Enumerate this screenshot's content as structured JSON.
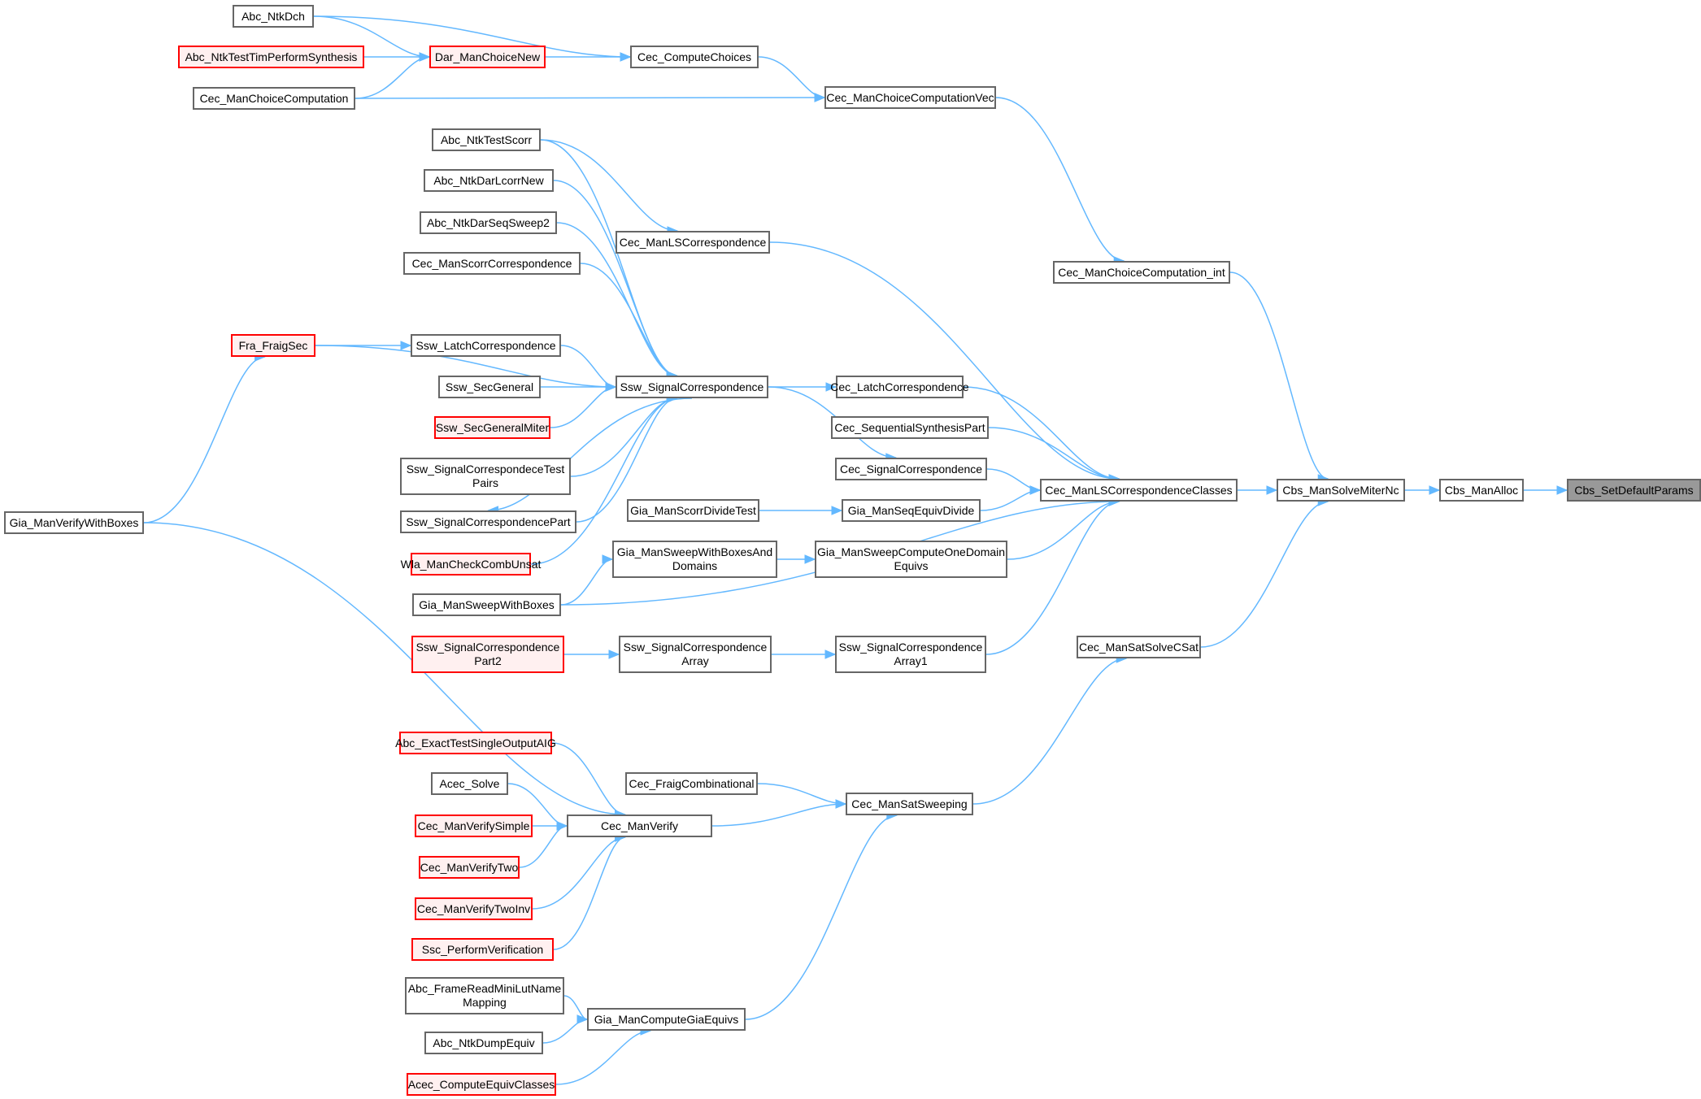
{
  "diagram": {
    "type": "caller-graph",
    "root": "Cbs_SetDefaultParams",
    "colors": {
      "edge": "#63b8ff",
      "node_border": "#666666",
      "truncated_border": "#ff0000",
      "truncated_fill": "#fff0f0",
      "root_fill": "#999999"
    },
    "nodes": [
      {
        "id": "n0",
        "label": "Cbs_SetDefaultParams",
        "style": "root"
      },
      {
        "id": "n1",
        "label": "Cbs_ManAlloc",
        "style": "normal"
      },
      {
        "id": "n2",
        "label": "Cbs_ManSolveMiterNc",
        "style": "normal"
      },
      {
        "id": "n3",
        "label": "Cec_ManLSCorrespondenceClasses",
        "style": "normal"
      },
      {
        "id": "n4",
        "label": "Cec_ManChoiceComputation_int",
        "style": "normal"
      },
      {
        "id": "n5",
        "label": "Cec_ManSatSolveCSat",
        "style": "normal"
      },
      {
        "id": "n6",
        "label": "Cec_ManChoiceComputationVec",
        "style": "normal"
      },
      {
        "id": "n7",
        "label": "Cec_ComputeChoices",
        "style": "normal"
      },
      {
        "id": "n8",
        "label": "Dar_ManChoiceNew",
        "style": "red"
      },
      {
        "id": "n9",
        "label": "Abc_NtkDch",
        "style": "normal"
      },
      {
        "id": "n10",
        "label": "Abc_NtkTestTimPerformSynthesis",
        "style": "red"
      },
      {
        "id": "n11",
        "label": "Cec_ManChoiceComputation",
        "style": "normal"
      },
      {
        "id": "n12",
        "label": "Cec_ManLSCorrespondence",
        "style": "normal"
      },
      {
        "id": "n13",
        "label": "Abc_NtkTestScorr",
        "style": "normal"
      },
      {
        "id": "n14",
        "label": "Abc_NtkDarLcorrNew",
        "style": "normal"
      },
      {
        "id": "n15",
        "label": "Abc_NtkDarSeqSweep2",
        "style": "normal"
      },
      {
        "id": "n16",
        "label": "Cec_ManScorrCorrespondence",
        "style": "normal"
      },
      {
        "id": "n17",
        "label": "Fra_FraigSec",
        "style": "red"
      },
      {
        "id": "n18",
        "label": "Ssw_LatchCorrespondence",
        "style": "normal"
      },
      {
        "id": "n19",
        "label": "Ssw_SecGeneral",
        "style": "normal"
      },
      {
        "id": "n20",
        "label": "Ssw_SignalCorrespondence",
        "style": "normal"
      },
      {
        "id": "n21",
        "label": "Ssw_SecGeneralMiter",
        "style": "red"
      },
      {
        "id": "n22",
        "label": "Ssw_SignalCorrespondeceTest\nPairs",
        "style": "normal"
      },
      {
        "id": "n23",
        "label": "Ssw_SignalCorrespondencePart",
        "style": "normal"
      },
      {
        "id": "n24",
        "label": "Wla_ManCheckCombUnsat",
        "style": "red"
      },
      {
        "id": "n25",
        "label": "Gia_ManVerifyWithBoxes",
        "style": "normal"
      },
      {
        "id": "n26",
        "label": "Cec_LatchCorrespondence",
        "style": "normal"
      },
      {
        "id": "n27",
        "label": "Cec_SequentialSynthesisPart",
        "style": "normal"
      },
      {
        "id": "n28",
        "label": "Cec_SignalCorrespondence",
        "style": "normal"
      },
      {
        "id": "n29",
        "label": "Gia_ManScorrDivideTest",
        "style": "normal"
      },
      {
        "id": "n30",
        "label": "Gia_ManSeqEquivDivide",
        "style": "normal"
      },
      {
        "id": "n31",
        "label": "Gia_ManSweepWithBoxesAnd\nDomains",
        "style": "normal"
      },
      {
        "id": "n32",
        "label": "Gia_ManSweepComputeOneDomain\nEquivs",
        "style": "normal"
      },
      {
        "id": "n33",
        "label": "Gia_ManSweepWithBoxes",
        "style": "normal"
      },
      {
        "id": "n34",
        "label": "Ssw_SignalCorrespondence\nPart2",
        "style": "red"
      },
      {
        "id": "n35",
        "label": "Ssw_SignalCorrespondence\nArray",
        "style": "normal"
      },
      {
        "id": "n36",
        "label": "Ssw_SignalCorrespondence\nArray1",
        "style": "normal"
      },
      {
        "id": "n37",
        "label": "Abc_ExactTestSingleOutputAIG",
        "style": "red"
      },
      {
        "id": "n38",
        "label": "Acec_Solve",
        "style": "normal"
      },
      {
        "id": "n39",
        "label": "Cec_ManVerifySimple",
        "style": "red"
      },
      {
        "id": "n40",
        "label": "Cec_ManVerifyTwo",
        "style": "red"
      },
      {
        "id": "n41",
        "label": "Cec_ManVerifyTwoInv",
        "style": "red"
      },
      {
        "id": "n42",
        "label": "Ssc_PerformVerification",
        "style": "red"
      },
      {
        "id": "n43",
        "label": "Cec_FraigCombinational",
        "style": "normal"
      },
      {
        "id": "n44",
        "label": "Cec_ManVerify",
        "style": "normal"
      },
      {
        "id": "n45",
        "label": "Cec_ManSatSweeping",
        "style": "normal"
      },
      {
        "id": "n46",
        "label": "Abc_FrameReadMiniLutName\nMapping",
        "style": "normal"
      },
      {
        "id": "n47",
        "label": "Abc_NtkDumpEquiv",
        "style": "normal"
      },
      {
        "id": "n48",
        "label": "Acec_ComputeEquivClasses",
        "style": "red"
      },
      {
        "id": "n49",
        "label": "Gia_ManComputeGiaEquivs",
        "style": "normal"
      }
    ],
    "edges": [
      [
        "n1",
        "n0"
      ],
      [
        "n2",
        "n1"
      ],
      [
        "n3",
        "n2"
      ],
      [
        "n4",
        "n2"
      ],
      [
        "n5",
        "n2"
      ],
      [
        "n6",
        "n4"
      ],
      [
        "n7",
        "n6"
      ],
      [
        "n11",
        "n6"
      ],
      [
        "n8",
        "n7"
      ],
      [
        "n9",
        "n7"
      ],
      [
        "n9",
        "n8"
      ],
      [
        "n10",
        "n8"
      ],
      [
        "n11",
        "n8"
      ],
      [
        "n12",
        "n3"
      ],
      [
        "n13",
        "n12"
      ],
      [
        "n26",
        "n3"
      ],
      [
        "n27",
        "n3"
      ],
      [
        "n28",
        "n3"
      ],
      [
        "n30",
        "n3"
      ],
      [
        "n32",
        "n3"
      ],
      [
        "n33",
        "n3"
      ],
      [
        "n36",
        "n3"
      ],
      [
        "n20",
        "n26"
      ],
      [
        "n20",
        "n28"
      ],
      [
        "n13",
        "n20"
      ],
      [
        "n14",
        "n20"
      ],
      [
        "n15",
        "n20"
      ],
      [
        "n16",
        "n20"
      ],
      [
        "n17",
        "n20"
      ],
      [
        "n18",
        "n20"
      ],
      [
        "n19",
        "n20"
      ],
      [
        "n21",
        "n20"
      ],
      [
        "n22",
        "n20"
      ],
      [
        "n23",
        "n20"
      ],
      [
        "n24",
        "n20"
      ],
      [
        "n20",
        "n23"
      ],
      [
        "n17",
        "n18"
      ],
      [
        "n25",
        "n17"
      ],
      [
        "n29",
        "n30"
      ],
      [
        "n31",
        "n32"
      ],
      [
        "n33",
        "n31"
      ],
      [
        "n34",
        "n35"
      ],
      [
        "n35",
        "n36"
      ],
      [
        "n45",
        "n5"
      ],
      [
        "n43",
        "n45"
      ],
      [
        "n44",
        "n45"
      ],
      [
        "n49",
        "n45"
      ],
      [
        "n25",
        "n44"
      ],
      [
        "n37",
        "n44"
      ],
      [
        "n38",
        "n44"
      ],
      [
        "n39",
        "n44"
      ],
      [
        "n40",
        "n44"
      ],
      [
        "n41",
        "n44"
      ],
      [
        "n42",
        "n44"
      ],
      [
        "n46",
        "n49"
      ],
      [
        "n47",
        "n49"
      ],
      [
        "n48",
        "n49"
      ]
    ]
  }
}
